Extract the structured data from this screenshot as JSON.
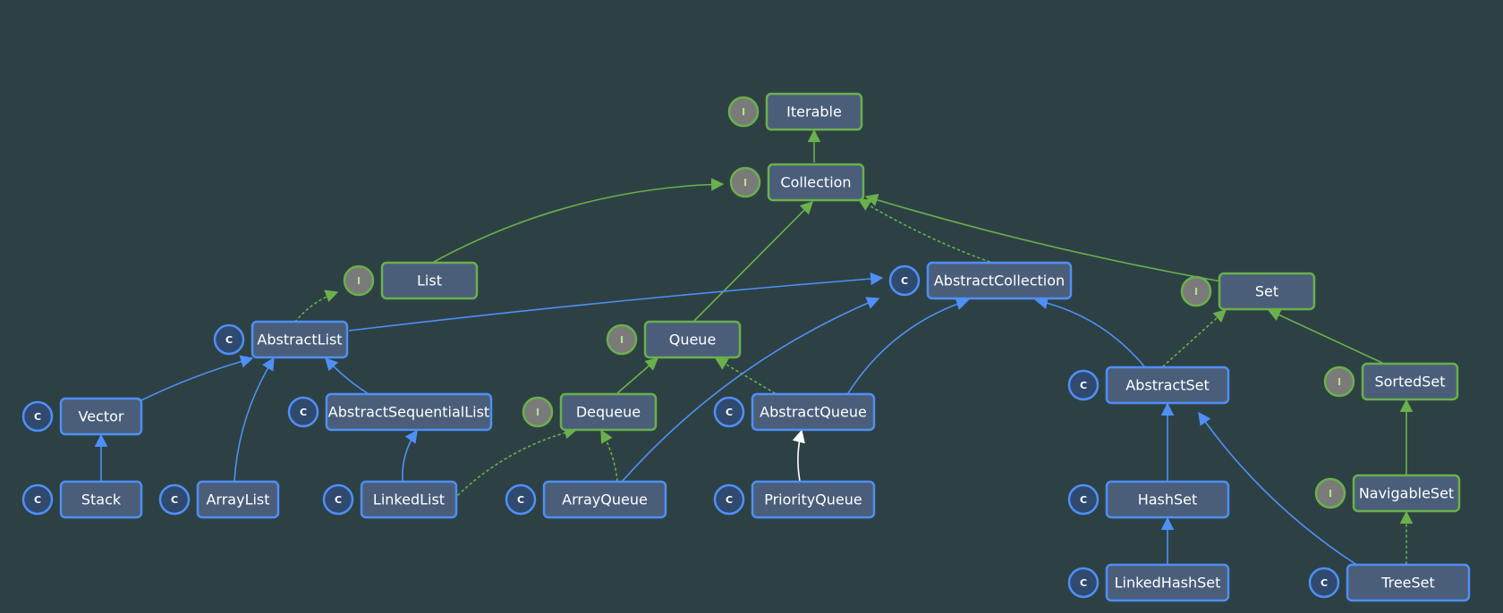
{
  "colors": {
    "background": "#2d4144",
    "node_fill": "#4a5e7a",
    "interface_border": "#6ab04c",
    "class_border": "#4f8ff7",
    "interface_badge_fill": "#7a7a7a",
    "class_badge_fill": "#2f4a6e",
    "text": "#ffffff"
  },
  "badges": {
    "interface": "I",
    "class": "C"
  },
  "nodes": [
    {
      "id": "iterable",
      "label": "Iterable",
      "kind": "interface"
    },
    {
      "id": "collection",
      "label": "Collection",
      "kind": "interface"
    },
    {
      "id": "list",
      "label": "List",
      "kind": "interface"
    },
    {
      "id": "abstract-collection",
      "label": "AbstractCollection",
      "kind": "class"
    },
    {
      "id": "set",
      "label": "Set",
      "kind": "interface"
    },
    {
      "id": "abstract-list",
      "label": "AbstractList",
      "kind": "class"
    },
    {
      "id": "queue",
      "label": "Queue",
      "kind": "interface"
    },
    {
      "id": "vector",
      "label": "Vector",
      "kind": "class"
    },
    {
      "id": "abstract-sequential-list",
      "label": "AbstractSequentialList",
      "kind": "class"
    },
    {
      "id": "dequeue",
      "label": "Dequeue",
      "kind": "interface"
    },
    {
      "id": "abstract-queue",
      "label": "AbstractQueue",
      "kind": "class"
    },
    {
      "id": "abstract-set",
      "label": "AbstractSet",
      "kind": "class"
    },
    {
      "id": "sorted-set",
      "label": "SortedSet",
      "kind": "interface"
    },
    {
      "id": "stack",
      "label": "Stack",
      "kind": "class"
    },
    {
      "id": "array-list",
      "label": "ArrayList",
      "kind": "class"
    },
    {
      "id": "linked-list",
      "label": "LinkedList",
      "kind": "class"
    },
    {
      "id": "array-queue",
      "label": "ArrayQueue",
      "kind": "class"
    },
    {
      "id": "priority-queue",
      "label": "PriorityQueue",
      "kind": "class"
    },
    {
      "id": "hash-set",
      "label": "HashSet",
      "kind": "class"
    },
    {
      "id": "navigable-set",
      "label": "NavigableSet",
      "kind": "interface"
    },
    {
      "id": "linked-hash-set",
      "label": "LinkedHashSet",
      "kind": "class"
    },
    {
      "id": "tree-set",
      "label": "TreeSet",
      "kind": "class"
    }
  ],
  "edges": [
    {
      "from": "collection",
      "to": "iterable",
      "color": "green",
      "style": "solid"
    },
    {
      "from": "list",
      "to": "collection",
      "color": "green",
      "style": "solid"
    },
    {
      "from": "queue",
      "to": "collection",
      "color": "green",
      "style": "solid"
    },
    {
      "from": "abstract-collection",
      "to": "collection",
      "color": "green",
      "style": "dotted"
    },
    {
      "from": "set",
      "to": "collection",
      "color": "green",
      "style": "solid"
    },
    {
      "from": "abstract-list",
      "to": "list",
      "color": "green",
      "style": "dotted"
    },
    {
      "from": "abstract-list",
      "to": "abstract-collection",
      "color": "blue",
      "style": "solid"
    },
    {
      "from": "vector",
      "to": "abstract-list",
      "color": "blue",
      "style": "solid"
    },
    {
      "from": "array-list",
      "to": "abstract-list",
      "color": "blue",
      "style": "solid"
    },
    {
      "from": "abstract-sequential-list",
      "to": "abstract-list",
      "color": "blue",
      "style": "solid"
    },
    {
      "from": "stack",
      "to": "vector",
      "color": "blue",
      "style": "solid"
    },
    {
      "from": "linked-list",
      "to": "abstract-sequential-list",
      "color": "blue",
      "style": "solid"
    },
    {
      "from": "linked-list",
      "to": "dequeue",
      "color": "green",
      "style": "dotted"
    },
    {
      "from": "dequeue",
      "to": "queue",
      "color": "green",
      "style": "solid"
    },
    {
      "from": "abstract-queue",
      "to": "queue",
      "color": "green",
      "style": "dotted"
    },
    {
      "from": "abstract-queue",
      "to": "abstract-collection",
      "color": "blue",
      "style": "solid"
    },
    {
      "from": "array-queue",
      "to": "dequeue",
      "color": "green",
      "style": "dotted"
    },
    {
      "from": "array-queue",
      "to": "abstract-collection",
      "color": "blue",
      "style": "solid"
    },
    {
      "from": "priority-queue",
      "to": "abstract-queue",
      "color": "white",
      "style": "solid"
    },
    {
      "from": "abstract-set",
      "to": "abstract-collection",
      "color": "blue",
      "style": "solid"
    },
    {
      "from": "abstract-set",
      "to": "set",
      "color": "green",
      "style": "dotted"
    },
    {
      "from": "sorted-set",
      "to": "set",
      "color": "green",
      "style": "solid"
    },
    {
      "from": "hash-set",
      "to": "abstract-set",
      "color": "blue",
      "style": "solid"
    },
    {
      "from": "linked-hash-set",
      "to": "hash-set",
      "color": "blue",
      "style": "solid"
    },
    {
      "from": "navigable-set",
      "to": "sorted-set",
      "color": "green",
      "style": "solid"
    },
    {
      "from": "tree-set",
      "to": "abstract-set",
      "color": "blue",
      "style": "solid"
    },
    {
      "from": "tree-set",
      "to": "navigable-set",
      "color": "green",
      "style": "dotted"
    }
  ]
}
